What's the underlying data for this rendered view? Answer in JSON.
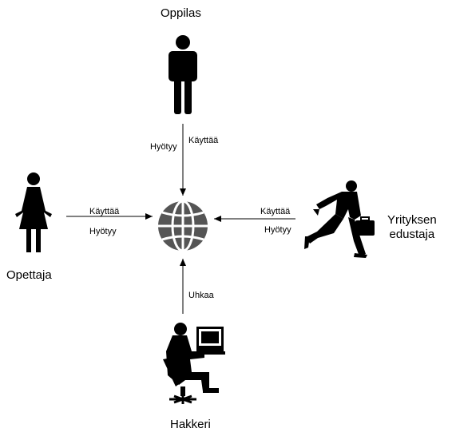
{
  "actors": {
    "student": {
      "name": "Oppilas"
    },
    "teacher": {
      "name": "Opettaja"
    },
    "company": {
      "name": "Yrityksen\nedustaja",
      "line1": "Yrityksen",
      "line2": "edustaja"
    },
    "hacker": {
      "name": "Hakkeri"
    }
  },
  "edges": {
    "student": {
      "label_a": "Hyötyy",
      "label_b": "Käyttää"
    },
    "teacher": {
      "label_a": "Käyttää",
      "label_b": "Hyötyy"
    },
    "company": {
      "label_a": "Käyttää",
      "label_b": "Hyötyy"
    },
    "hacker": {
      "label_a": "Uhkaa"
    }
  },
  "center": {
    "icon": "globe-icon",
    "color": "#555555"
  }
}
